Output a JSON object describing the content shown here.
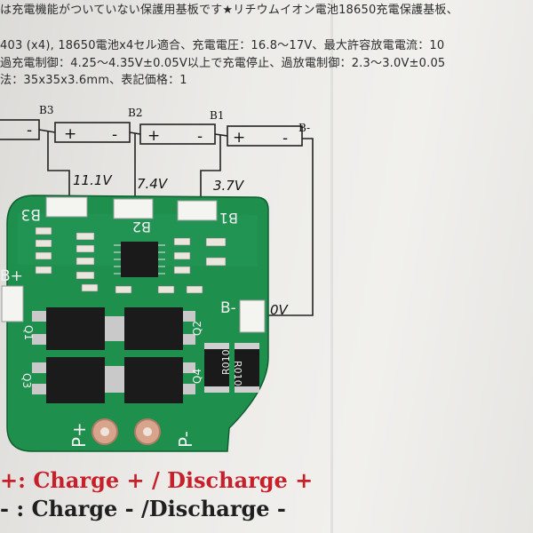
{
  "spec_text": {
    "line1": "は充電機能がついていない保護用基板です★リチウムイオン電池18650充電保護基板、",
    "line2": "403 (x4), 18650電池x4セル適合、充電電圧：16.8～17V、最大許容放電電流：10",
    "line3": "過充電制御：4.25～4.35V±0.05V以上で充電停止、過放電制御：2.3～3.0V±0.05",
    "line4": "法：35x35x3.6mm、表記価格：1"
  },
  "labels": {
    "b3": "B3",
    "b2": "B2",
    "b1": "B1",
    "b_minus": "B-",
    "cell_plus": "+",
    "cell_minus": "-",
    "v_b3": "11.1V",
    "v_b2": "7.4V",
    "v_b1": "3.7V",
    "v_bminus": "0V",
    "silk_b3": "B3",
    "silk_b2": "B2",
    "silk_b1": "B1",
    "silk_bplus": "B+",
    "silk_bminus": "B-",
    "q1": "Q1",
    "q2": "Q2",
    "q3": "Q3",
    "q4": "Q4",
    "shunt_code": "R010",
    "p_plus": "P+",
    "p_minus": "P-"
  },
  "captions": {
    "plus": "+: Charge + / Discharge +",
    "minus": "- : Charge - /Discharge -"
  },
  "colors": {
    "pcb_green": "#1f8f4e",
    "caption_red": "#c8202a",
    "caption_black": "#1f1f1f"
  }
}
